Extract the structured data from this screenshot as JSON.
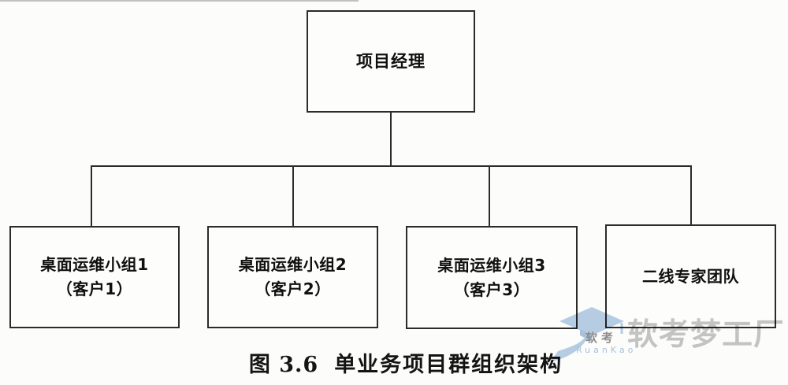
{
  "diagram": {
    "root": {
      "label": "项目经理"
    },
    "teams": [
      {
        "line1": "桌面运维小组1",
        "line2": "（客户1）"
      },
      {
        "line1": "桌面运维小组2",
        "line2": "（客户2）"
      },
      {
        "line1": "桌面运维小组3",
        "line2": "（客户3）"
      },
      {
        "line1": "二线专家团队"
      }
    ]
  },
  "caption": {
    "figure_label": "图 3.6",
    "title": "单业务项目群组织架构"
  },
  "watermark": {
    "cn_small": "软考",
    "en": "RuanKao",
    "cn_large": "软考梦工厂"
  },
  "colors": {
    "background": "#fcfcfb",
    "line": "#2b2b2b",
    "box_border": "#2b2b2b",
    "text": "#101010",
    "watermark_blue": "#b7cfe6",
    "watermark_gray": "#c6c6c6"
  }
}
